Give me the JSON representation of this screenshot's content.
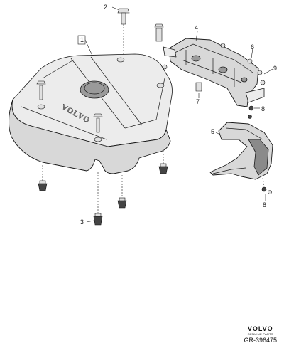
{
  "callouts": {
    "c1": "1",
    "c2": "2",
    "c3": "3",
    "c4": "4",
    "c5": "5",
    "c6": "6",
    "c7": "7",
    "c8a": "8",
    "c8b": "8",
    "c9": "9"
  },
  "cover_logo_text": "VOLVO",
  "brand": {
    "logo": "VOLVO",
    "tagline": "GENUINE PARTS",
    "reference": "GR-396475"
  }
}
